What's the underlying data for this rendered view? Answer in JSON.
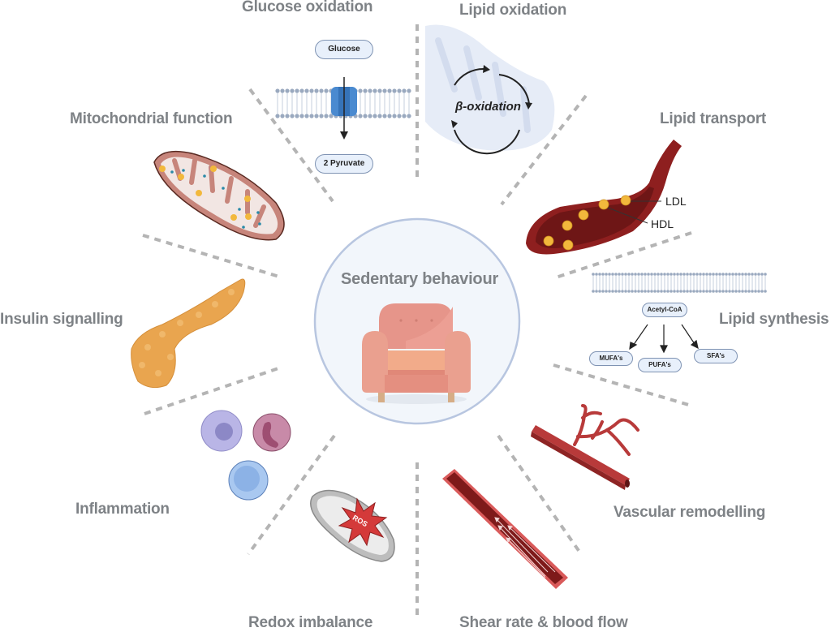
{
  "center": {
    "title": "Sedentary behaviour",
    "icon": "armchair-icon"
  },
  "topics": {
    "glucose_oxidation": {
      "label": "Glucose oxidation",
      "substrate": "Glucose",
      "product": "2 Pyruvate",
      "icon": "glucose-transporter-icon"
    },
    "lipid_oxidation": {
      "label": "Lipid oxidation",
      "cycle_label": "β-oxidation",
      "icon": "mitochondrion-faded-icon"
    },
    "lipid_transport": {
      "label": "Lipid transport",
      "annotations": [
        "LDL",
        "HDL"
      ],
      "icon": "blood-vessel-lipoproteins-icon"
    },
    "lipid_synthesis": {
      "label": "Lipid synthesis",
      "precursor": "Acetyl-CoA",
      "products": [
        "MUFA's",
        "PUFA's",
        "SFA's"
      ],
      "icon": "membrane-bilayer-icon"
    },
    "vascular_remodelling": {
      "label": "Vascular remodelling",
      "icon": "branching-vessel-icon"
    },
    "shear_rate": {
      "label": "Shear rate & blood flow",
      "icon": "vessel-flow-icon"
    },
    "redox_imbalance": {
      "label": "Redox imbalance",
      "burst_label": "ROS",
      "icon": "mitochondrion-ros-icon"
    },
    "inflammation": {
      "label": "Inflammation",
      "icon": "immune-cells-icon"
    },
    "insulin_signalling": {
      "label": "Insulin signalling",
      "icon": "pancreas-icon"
    },
    "mitochondrial_function": {
      "label": "Mitochondrial function",
      "icon": "mitochondrion-icon"
    }
  },
  "colors": {
    "label_gray": "#7e8286",
    "divider_gray": "#b4b4b4",
    "center_fill": "#f2f6fb",
    "center_border": "#b8c6e0",
    "vessel_red": "#8e1f1f",
    "lipoprotein_yellow": "#f2b83c",
    "pancreas_orange": "#e9a54f",
    "transporter_blue": "#4a8ad0"
  }
}
